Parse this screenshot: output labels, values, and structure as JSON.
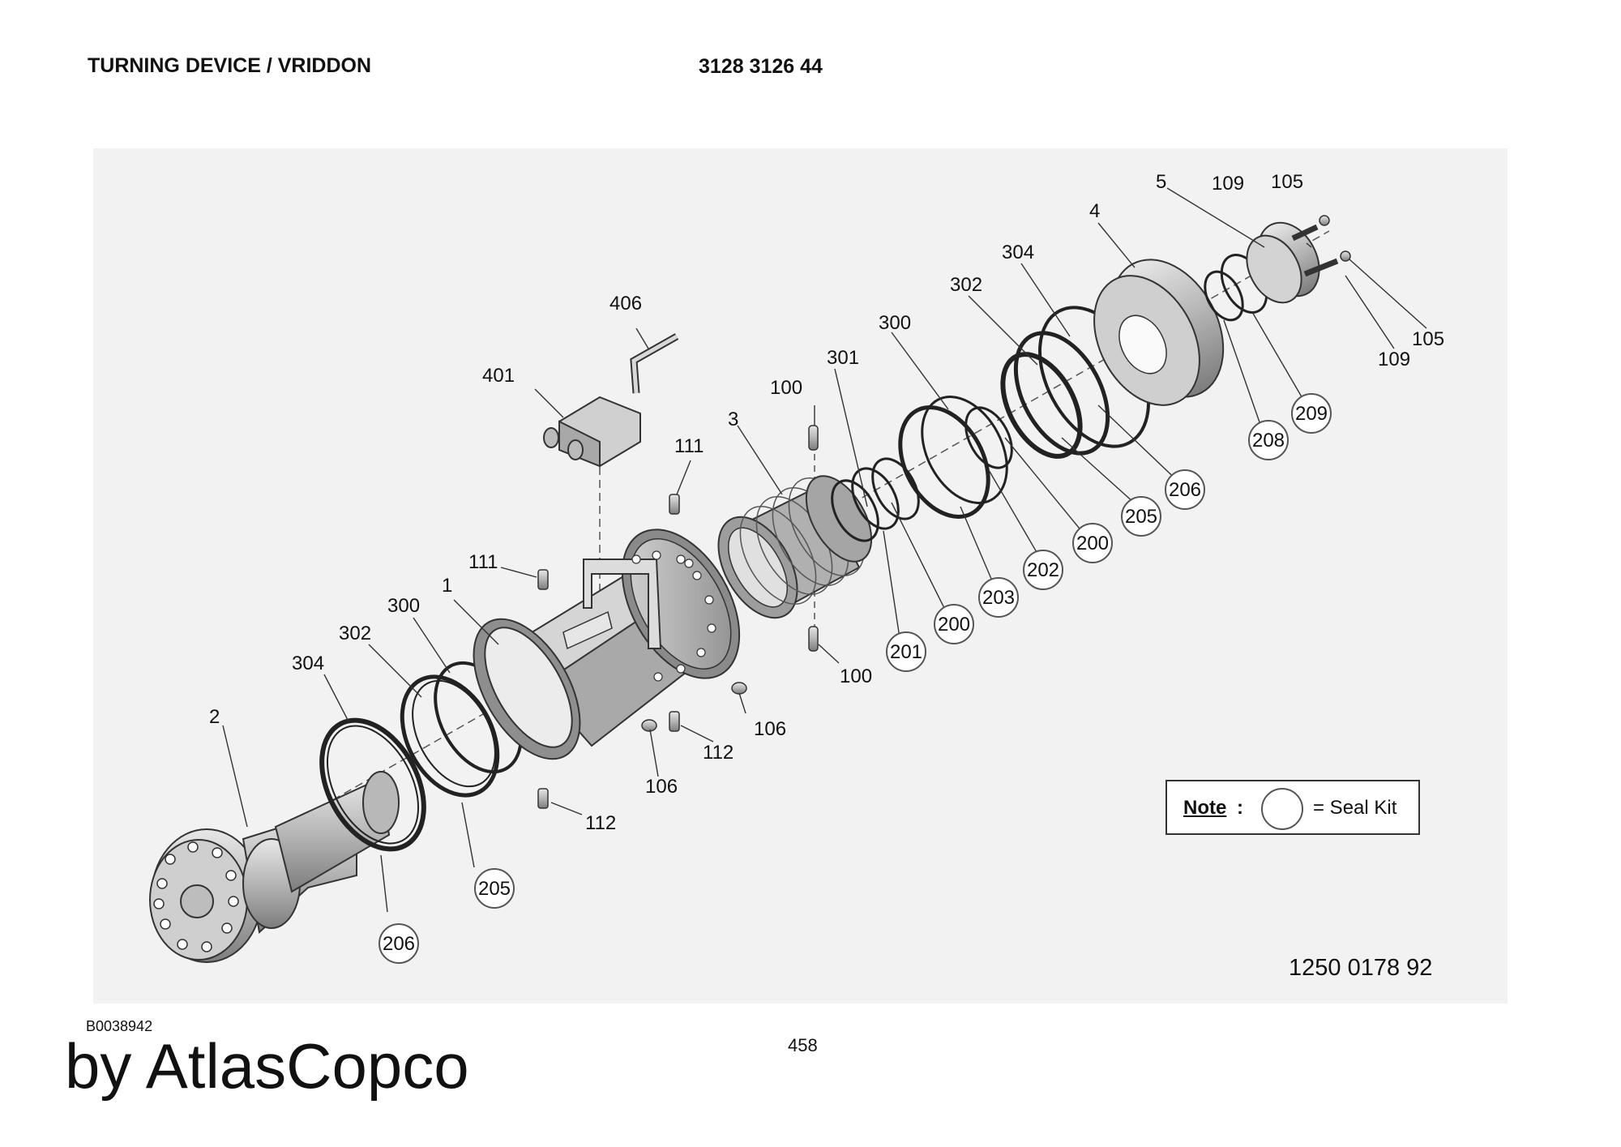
{
  "header": {
    "title": "TURNING DEVICE / VRIDDON",
    "part_number": "3128 3126 44"
  },
  "footer": {
    "ref_code": "B0038942",
    "page_number": "458",
    "brand": "by AtlasCopco",
    "drawing_number": "1250 0178 92"
  },
  "note": {
    "label": "Note",
    "colon": ":",
    "text": "= Seal Kit"
  },
  "callouts": {
    "c1": "1",
    "c2": "2",
    "c3": "3",
    "c4": "4",
    "c5": "5",
    "c100a": "100",
    "c100b": "100",
    "c105a": "105",
    "c105b": "105",
    "c106a": "106",
    "c106b": "106",
    "c109a": "109",
    "c109b": "109",
    "c111a": "111",
    "c111b": "111",
    "c112a": "112",
    "c112b": "112",
    "c300a": "300",
    "c300b": "300",
    "c301": "301",
    "c302a": "302",
    "c302b": "302",
    "c304a": "304",
    "c304b": "304",
    "c401": "401",
    "c406": "406"
  },
  "seal_kit_callouts": {
    "k200a": "200",
    "k200b": "200",
    "k201": "201",
    "k202": "202",
    "k203": "203",
    "k205a": "205",
    "k205b": "205",
    "k206a": "206",
    "k206b": "206",
    "k208": "208",
    "k209": "209"
  }
}
